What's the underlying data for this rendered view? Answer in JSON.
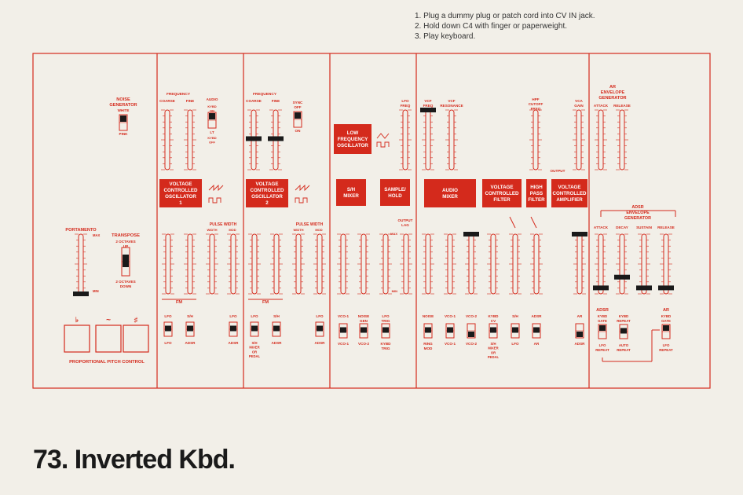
{
  "instructions": [
    "1. Plug a dummy plug or patch cord into CV IN jack.",
    "2. Hold down C4 with finger or paperweight.",
    "3. Play keyboard."
  ],
  "title": "73. Inverted Kbd.",
  "colors": {
    "accent": "#d42a1c",
    "paper": "#f2efe8",
    "knob": "#1a1a1a"
  },
  "panel": {
    "noise": {
      "heading": "NOISE GENERATOR",
      "white": "WHITE",
      "pink": "PINK"
    },
    "portamento": {
      "label": "PORTAMENTO",
      "max": "MAX",
      "min": "MIN"
    },
    "transpose": {
      "label": "TRANSPOSE",
      "up": "2 OCTAVES UP",
      "down": "2 OCTAVES DOWN"
    },
    "pitch": {
      "label": "PROPORTIONAL PITCH CONTROL",
      "flat": "♭",
      "tilde": "~",
      "sharp": "♯"
    },
    "vco1": {
      "frequency": "FREQUENCY",
      "coarse": "COARSE",
      "fine": "FINE",
      "audio": "AUDIO",
      "kybd_on": "KYBD ON",
      "lt": "LT",
      "kybd_off": "KYBD OFF",
      "block": "VOLTAGE CONTROLLED OSCILLATOR 1",
      "pulse_width": "PULSE WIDTH",
      "width": "WIDTH",
      "mod": "MOD",
      "fm": "FM",
      "lfo": "LFO",
      "sh": "S/H",
      "adsr": "ADSR"
    },
    "vco2": {
      "frequency": "FREQUENCY",
      "coarse": "COARSE",
      "fine": "FINE",
      "sync_off": "SYNC OFF",
      "sync_on": "ON",
      "block": "VOLTAGE CONTROLLED OSCILLATOR 2",
      "pulse_width": "PULSE WIDTH",
      "width": "WIDTH",
      "mod": "MOD",
      "fm": "FM",
      "lfo": "LFO",
      "sh": "S/H",
      "sh_mixer": "S/H MIXER OR PEDAL",
      "adsr": "ADSR"
    },
    "lfo_sh": {
      "lfo_block": "LOW FREQUENCY OSCILLATOR",
      "lfo_freq": "LFO FREQ",
      "sh_mixer": "S/H MIXER",
      "sample_hold": "SAMPLE/ HOLD",
      "output_lag": "OUTPUT LAG",
      "max": "MAX",
      "min": "MIN",
      "vco1": "VCO-1",
      "noise_gen": "NOISE GEN",
      "vco2": "VCO-2",
      "lfo_trig": "LFO TRIG",
      "kybd_trig": "KYBD TRIG"
    },
    "mixer": {
      "vcf_freq": "VCF FREQ",
      "vcf_res": "VCF RESONANCE",
      "block": "AUDIO MIXER",
      "noise": "NOISE",
      "vco1": "VCO-1",
      "vco2": "VCO-2",
      "ring_mod": "RING MOD"
    },
    "vcf": {
      "block": "VOLTAGE CONTROLLED FILTER",
      "kybd_cv": "KYBD CV",
      "sh": "S/H",
      "adsr": "ADSR",
      "sh_mixer": "S/H MIXER OR PEDAL",
      "lfo": "LFO",
      "ar": "AR"
    },
    "hpf": {
      "cutoff": "HPF CUTOFF FREQ",
      "block": "HIGH PASS FILTER"
    },
    "vca": {
      "gain": "VCA GAIN",
      "output": "OUTPUT",
      "block": "VOLTAGE CONTROLLED AMPLIFIER",
      "ar": "AR",
      "adsr": "ADSR"
    },
    "env": {
      "ar_heading": "AR ENVELOPE GENERATOR",
      "attack": "ATTACK",
      "release": "RELEASE",
      "adsr_heading": "ADSR ENVELOPE GENERATOR",
      "decay": "DECAY",
      "sustain": "SUSTAIN",
      "adsr": "ADSR",
      "kybd_gate": "KYBD GATE",
      "kybd_repeat": "KYBD REPEAT",
      "lfo_repeat": "LFO REPEAT",
      "auto_repeat": "AUTO REPEAT",
      "ar": "AR"
    }
  }
}
